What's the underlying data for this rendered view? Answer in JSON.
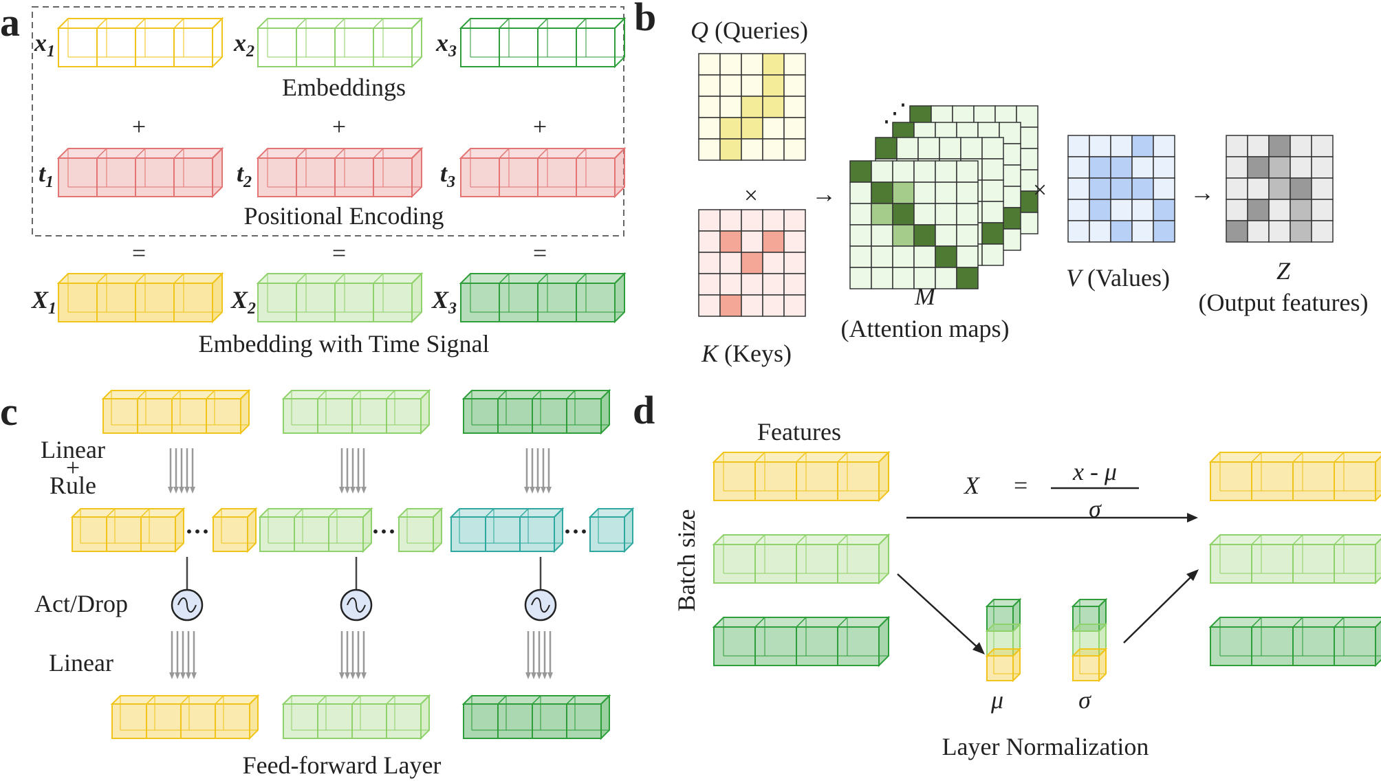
{
  "colors": {
    "yellow": "#f0c419",
    "light_green": "#8fd16a",
    "green": "#2e9e3a",
    "pink": "#e27474",
    "teal": "#2fa9a0",
    "dark_green_cell": "#4f7a33",
    "mid_green_cell": "#a6cc8b",
    "light_green_cell": "#ebf9e6",
    "query_highlight": "#f5ec9a",
    "key_highlight": "#f4a796",
    "value_highlight": "#b9d0f6",
    "output_dark": "#999999",
    "output_mid": "#bdbdbd"
  },
  "panel_a": {
    "letter": "a",
    "x_labels": [
      "x",
      "x",
      "x"
    ],
    "x_subscripts": [
      "1",
      "2",
      "3"
    ],
    "t_labels": [
      "t",
      "t",
      "t"
    ],
    "t_subscripts": [
      "1",
      "2",
      "3"
    ],
    "X_labels": [
      "X",
      "X",
      "X"
    ],
    "X_subscripts": [
      "1",
      "2",
      "3"
    ],
    "embeddings_label": "Embeddings",
    "positional_label": "Positional Encoding",
    "plus": "+",
    "equals": "=",
    "result_label": "Embedding with Time Signal"
  },
  "panel_b": {
    "letter": "b",
    "q_symbol": "Q",
    "q_text": " (Queries)",
    "k_symbol": "K",
    "k_text": " (Keys)",
    "m_symbol": "M",
    "m_text": "(Attention maps)",
    "v_symbol": "V",
    "v_text": " (Values)",
    "z_symbol": "Z",
    "z_text": "(Output features)",
    "times": "×",
    "arrow": "→",
    "ellipsis": "⋰"
  },
  "panel_c": {
    "letter": "c",
    "linear_label": "Linear",
    "plus": "+",
    "rule_label": "Rule",
    "act_label": "Act/Drop",
    "linear2_label": "Linear",
    "dots": "···",
    "title": "Feed-forward Layer"
  },
  "panel_d": {
    "letter": "d",
    "features_label": "Features",
    "batch_label": "Batch size",
    "formula_X": "X",
    "formula_eq": "=",
    "formula_num": "x - μ",
    "formula_den": "σ",
    "mu": "μ",
    "sigma": "σ",
    "title": "Layer Normalization"
  }
}
